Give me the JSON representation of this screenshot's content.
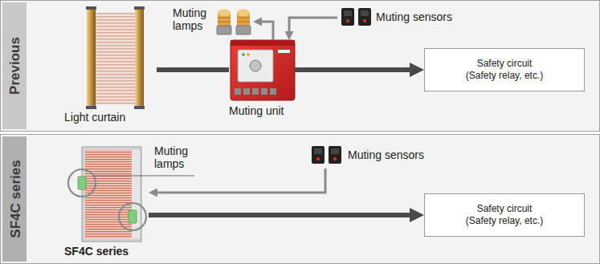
{
  "diagram": {
    "nodes": [
      {
        "text": [
          "Previous"
        ]
      },
      {
        "text": [
          "Light curtain"
        ],
        "in": 0
      },
      {
        "text": [
          "Muting lamps"
        ],
        "in": 0
      },
      {
        "text": [
          "Muting sensors"
        ],
        "in": 0
      },
      {
        "text": [
          "Muting unit"
        ],
        "in": 0
      },
      {
        "text": [
          "Safety circuit (Safety relay, etc.)"
        ],
        "in": 0
      },
      {
        "text": [
          "SF4C series"
        ]
      },
      {
        "text": [
          "SF4C series"
        ],
        "in": 6
      },
      {
        "text": [
          "Muting sensors"
        ],
        "in": 6
      },
      {
        "text": [
          "Safety circuit (Safety relay, etc.)"
        ],
        "in": 6
      }
    ],
    "edges": [
      {
        "from": 1,
        "to": 4,
        "arrow": "none"
      },
      {
        "from": 4,
        "to": 5,
        "arrow": "to"
      },
      {
        "from": 4,
        "to": 2,
        "arrow": "to"
      },
      {
        "from": 3,
        "to": 4,
        "arrow": "to"
      },
      {
        "from": 8,
        "to": 7,
        "arrow": "to"
      },
      {
        "from": 7,
        "to": 9,
        "arrow": "to"
      }
    ],
    "labels": [
      "Muting lamps"
    ]
  }
}
